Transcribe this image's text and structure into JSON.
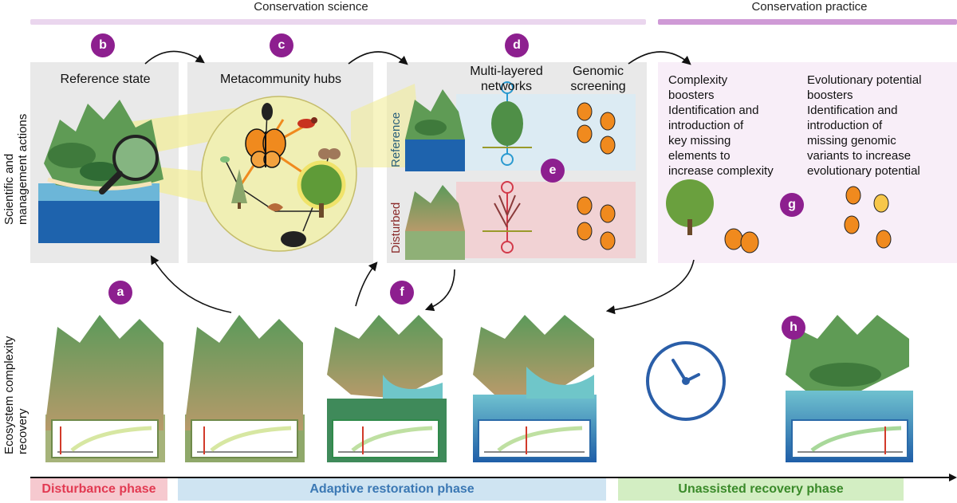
{
  "headers": {
    "science": "Conservation science",
    "practice": "Conservation practice"
  },
  "side_labels": {
    "top": [
      "Scientific and",
      "management actions"
    ],
    "bottom": [
      "Ecosystem complexity",
      "recovery"
    ]
  },
  "badges": [
    "a",
    "b",
    "c",
    "d",
    "e",
    "f",
    "g",
    "h"
  ],
  "panels": {
    "reference_state": "Reference state",
    "metacommunity_hubs": "Metacommunity hubs",
    "multilayered": [
      "Multi-layered",
      "networks"
    ],
    "genomic": [
      "Genomic",
      "screening"
    ],
    "reference_label": "Reference",
    "disturbed_label": "Disturbed"
  },
  "practice": {
    "complexity_title": [
      "Complexity",
      "boosters"
    ],
    "complexity_text": [
      "Identification and",
      "introduction of",
      "key missing",
      "elements to",
      "increase complexity"
    ],
    "evo_title": [
      "Evolutionary potential",
      "boosters"
    ],
    "evo_text": [
      "Identification and",
      "introduction of",
      "missing genomic",
      "variants to increase",
      "evolutionary potential"
    ]
  },
  "phases": {
    "disturbance": "Disturbance phase",
    "adaptive": "Adaptive restoration phase",
    "unassisted": "Unassisted recovery phase"
  },
  "colors": {
    "badge": "#8d1f8f",
    "science_bar": "#ead6ee",
    "practice_bar": "#cf9ad6",
    "disturbance_bg": "#f6c9cf",
    "disturbance_text": "#e23a52",
    "adaptive_bg": "#cfe4f2",
    "adaptive_text": "#3b78b4",
    "unassisted_bg": "#d3eec3",
    "unassisted_text": "#3a8a2a"
  }
}
